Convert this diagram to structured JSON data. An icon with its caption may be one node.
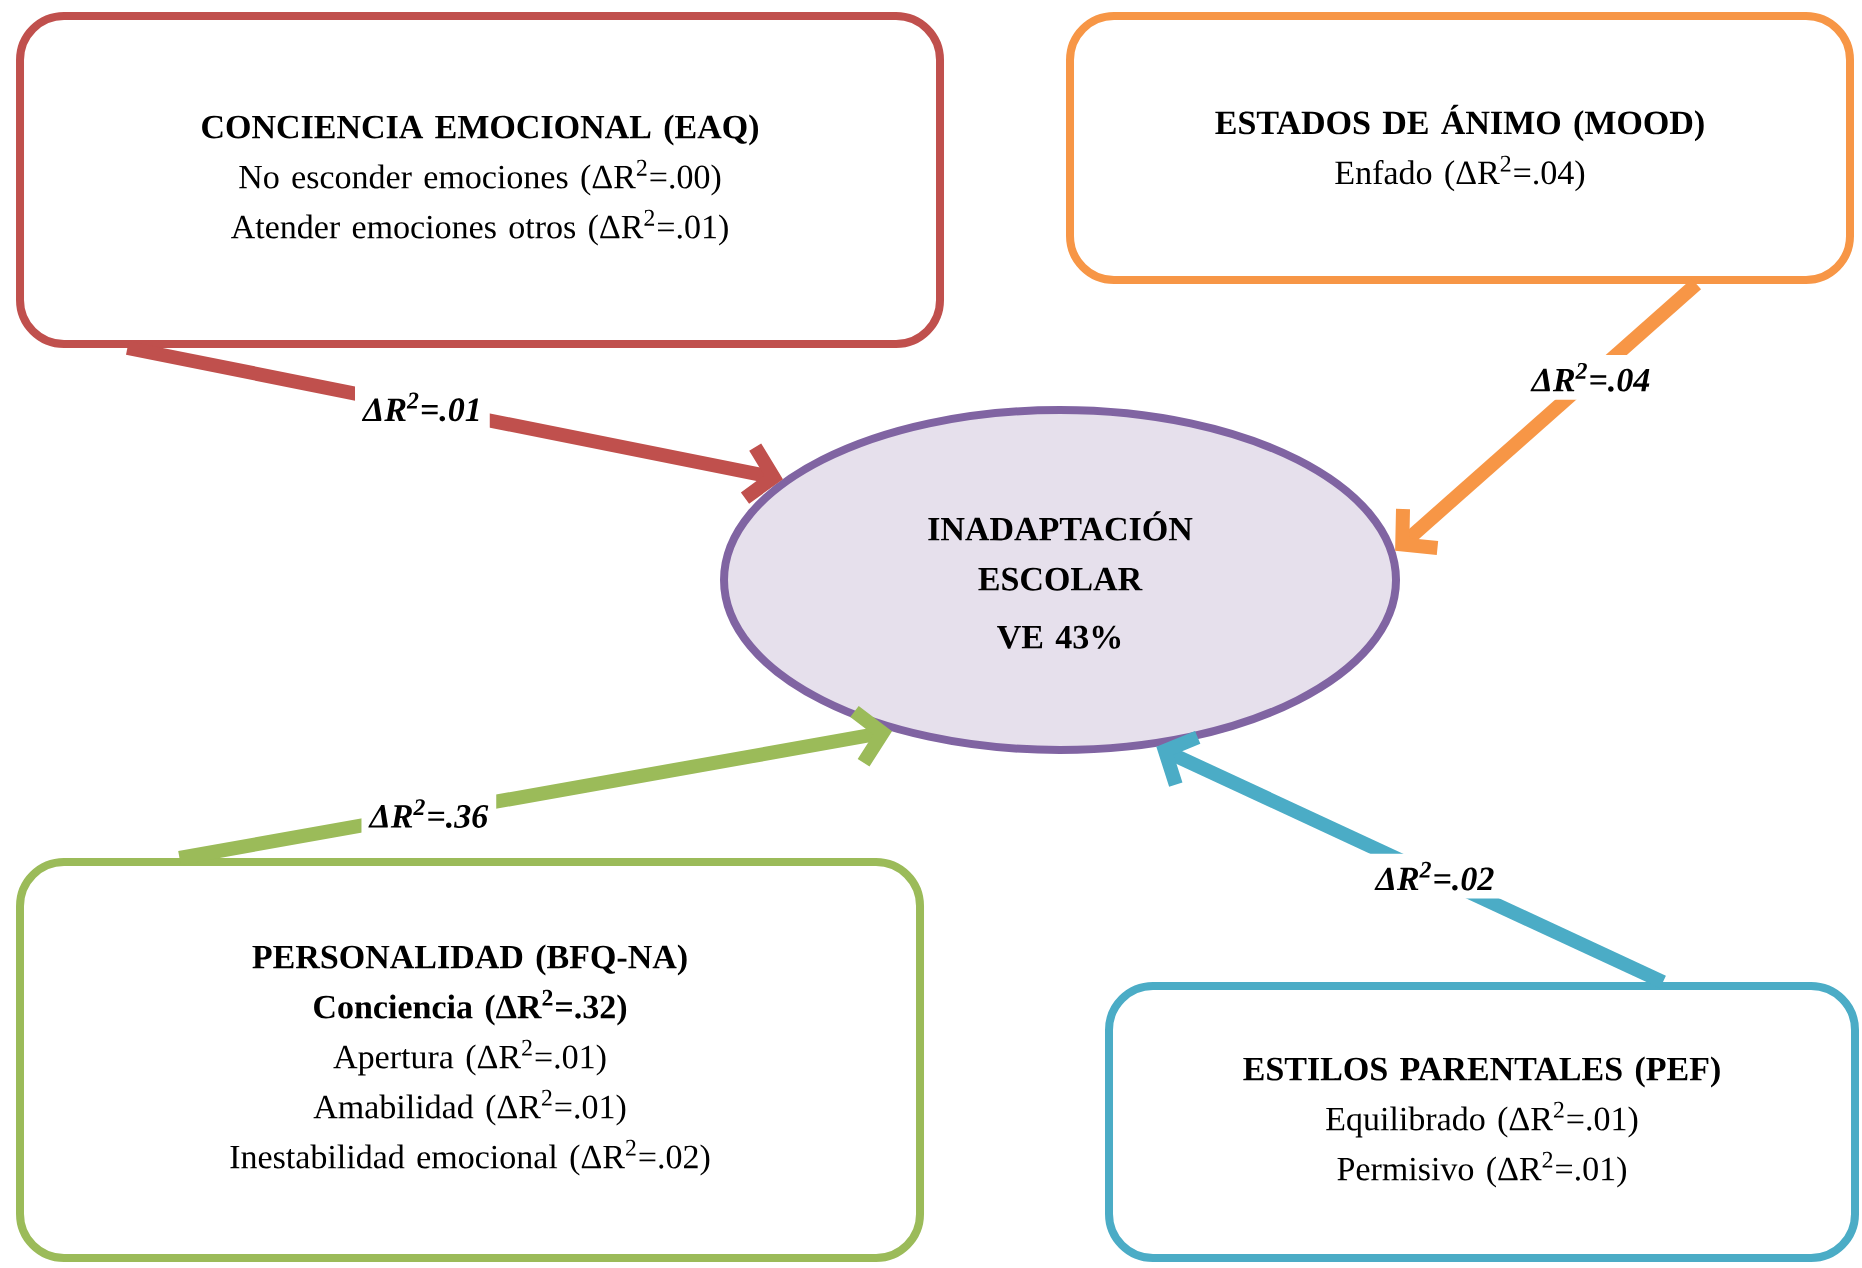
{
  "diagram": {
    "nodes": [
      {
        "text": [
          "CONCIENCIA EMOCIONAL (EAQ)",
          "No esconder emociones (ΔR$^{2}$=.00)",
          "Atender emociones otros (ΔR$^{2}$=.01)"
        ]
      },
      {
        "text": [
          "ESTADOS DE ÁNIMO (MOOD)",
          "Enfado (ΔR$^{2}$=.04)"
        ]
      },
      {
        "text": [
          "INADAPTACIÓN ESCOLAR",
          "VE 43%"
        ]
      },
      {
        "text": [
          "PERSONALIDAD (BFQ-NA)",
          "Conciencia (ΔR$^{2}$=.32)",
          "Apertura (ΔR$^{2}$=.01)",
          "Amabilidad (ΔR$^{2}$=.01)",
          "Inestabilidad emocional (ΔR$^{2}$=.02)"
        ]
      },
      {
        "text": [
          "ESTILOS PARENTALES (PEF)",
          "Equilibrado (ΔR$^{2}$=.01)",
          "Permisivo (ΔR$^{2}$=.01)"
        ]
      }
    ],
    "edges": [
      {
        "from": 0,
        "to": 2,
        "arrow": "to",
        "label": "ΔR$^{2}$=.01",
        "color": "#c0504d"
      },
      {
        "from": 1,
        "to": 2,
        "arrow": "to",
        "label": "ΔR$^{2}$=.04",
        "color": "#f79646"
      },
      {
        "from": 3,
        "to": 2,
        "arrow": "to",
        "label": "ΔR$^{2}$=.36",
        "color": "#9bbb59"
      },
      {
        "from": 4,
        "to": 2,
        "arrow": "to",
        "label": "ΔR$^{2}$=.02",
        "color": "#4bacc6"
      }
    ]
  }
}
